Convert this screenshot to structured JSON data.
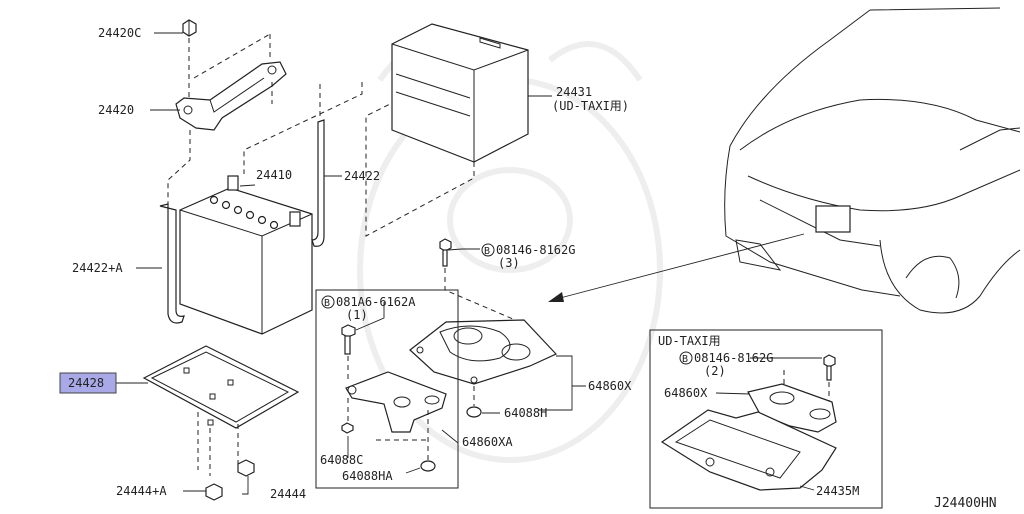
{
  "diagram_code": "J24400HN",
  "callouts": {
    "p24420C": "24420C",
    "p24420": "24420",
    "p24410": "24410",
    "p24422": "24422",
    "p24422A": "24422+A",
    "p24431": "24431",
    "p24431_note": "(UD-TAXI用)",
    "p24428": "24428",
    "p24444A": "24444+A",
    "p24444": "24444",
    "bolt1_code": "08146-8162G",
    "bolt1_qty": "(3)",
    "bolt2_code": "081A6-6162A",
    "bolt2_qty": "(1)",
    "p64860X": "64860X",
    "p64088H": "64088H",
    "p64088C": "64088C",
    "p64088HA": "64088HA",
    "p64860XA": "64860XA"
  },
  "inset": {
    "title": "UD-TAXI用",
    "bolt_code": "08146-8162G",
    "bolt_qty": "(2)",
    "p64860X": "64860X",
    "p24435M": "24435M"
  },
  "bolt_symbol": "B",
  "highlight_color": "#a9a9e8",
  "highlighted_part": "24428"
}
